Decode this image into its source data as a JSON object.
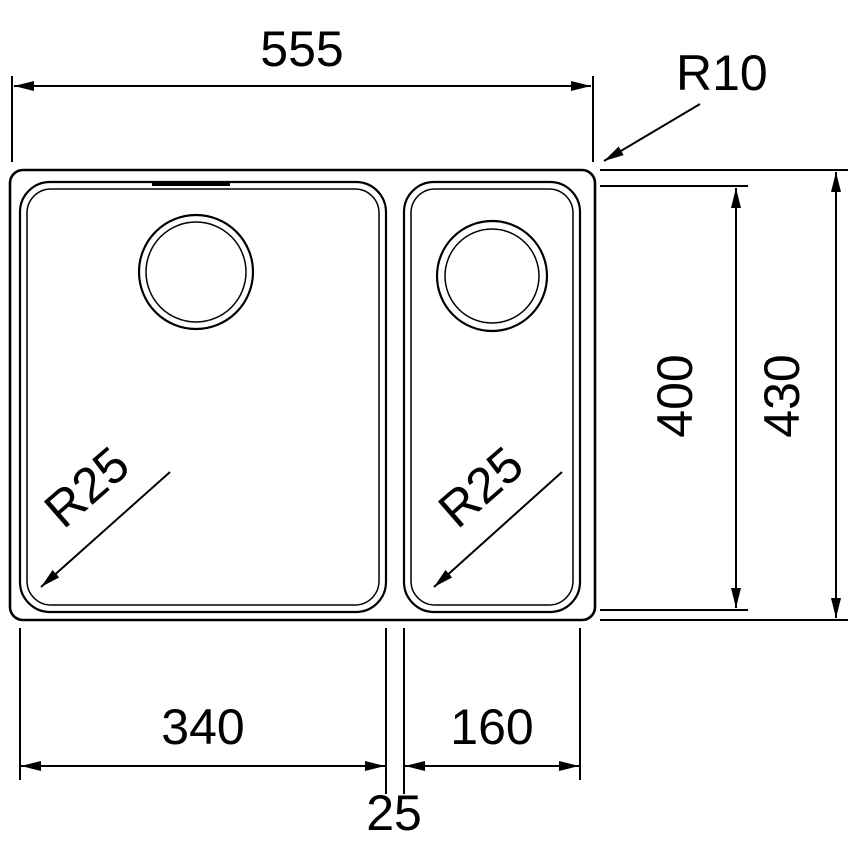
{
  "colors": {
    "line": "#000000",
    "background": "#ffffff"
  },
  "drawing": {
    "dimensions": {
      "overall_width": "555",
      "corner_radius": "R10",
      "bowl_length": "400",
      "overall_length": "430",
      "main_bowl_width": "340",
      "half_bowl_width": "160",
      "divider_width": "25",
      "main_bowl_corner_radius": "R25",
      "half_bowl_corner_radius": "R25"
    }
  }
}
